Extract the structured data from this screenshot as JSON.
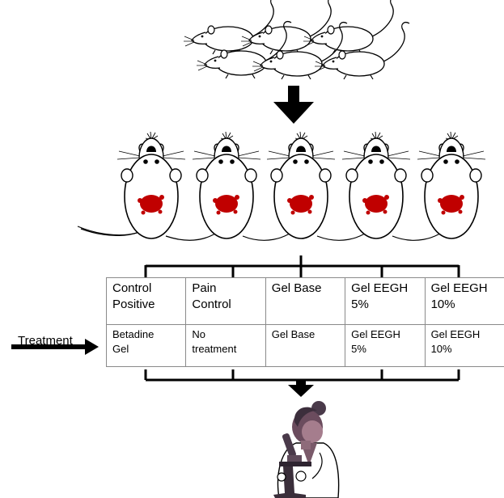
{
  "columns": [
    {
      "group": "Control\nPositive",
      "treatment": "Betadine\nGel"
    },
    {
      "group": "Pain\nControl",
      "treatment": "No\ntreatment"
    },
    {
      "group": "Gel Base",
      "treatment": "Gel Base"
    },
    {
      "group": "Gel EEGH\n5%",
      "treatment": "Gel EEGH\n5%"
    },
    {
      "group": "Gel EEGH\n10%",
      "treatment": "Gel EEGH\n10%"
    }
  ],
  "treatment_label": "Treatment",
  "icons": {
    "colony": "rat-group-icon",
    "flow": "down-arrow-icon",
    "subject": "wounded-rat-icon",
    "analysis": "scientist-microscope-icon"
  },
  "colors": {
    "wound": "#c00000",
    "line": "#000000",
    "table_border": "#8a8a8a"
  }
}
